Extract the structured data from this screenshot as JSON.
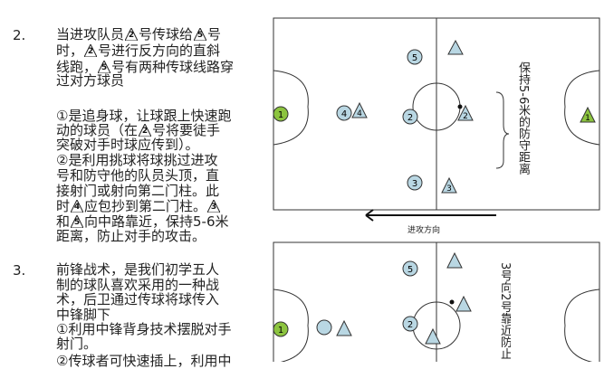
{
  "section2": {
    "number": "2.",
    "line1": "当进攻队员",
    "marker_a": "2",
    "line1b": "号传球给",
    "marker_b": "5",
    "line1c": "号",
    "line2a": "时，",
    "marker_c": "2",
    "line2b": "号进行反方向的直斜",
    "line3a": "线跑，",
    "marker_d": "5",
    "line3b": "号有两种传球线路穿",
    "line4": "过对方球员",
    "p1_l1": "①是追身球，让球跟上快速跑",
    "p1_l2a": "动的球员（在",
    "marker_e": "2",
    "p1_l2b": "号将要徒手",
    "p1_l3": "突破对手时球应传到）。",
    "p2_l1": "②是利用挑球将球挑过进攻",
    "p2_l2": "号和防守他的队员头顶，直",
    "p2_l3": "接射门或射向第二门柱。此",
    "p2_l4a": "时",
    "marker_f": "4",
    "p2_l4b": "应包抄到第二门柱。",
    "marker_g": "3",
    "p2_l5a": "和",
    "marker_h": "5",
    "p2_l5b": "向中路靠近，保持5-6米",
    "p2_l6": "距离，防止对手的攻击。"
  },
  "section3": {
    "number": "3.",
    "l1": "前锋战术，是我们初学五人",
    "l2": "制的球队喜欢采用的一种战",
    "l3": "术，后卫通过传球将球传入",
    "l4": "中锋脚下",
    "l5": "①利用中锋背身技术摆脱对手",
    "l6": "射门。",
    "l7": "②传球者可快速插上，利用中"
  },
  "diagram_top": {
    "note": "保持5-6米的防守距离",
    "players_circle": [
      "1",
      "5",
      "4",
      "2",
      "3"
    ],
    "players_triangle": [
      "4",
      "2",
      "3",
      "1"
    ],
    "extra_triangle": ""
  },
  "arrow_label": "进攻方向",
  "diagram_bottom": {
    "note": "3号向2号靠近防止",
    "players_circle": [
      "5",
      "1",
      "2"
    ],
    "players_triangle": [
      "",
      "",
      ""
    ]
  },
  "colors": {
    "circle_fill": "#b9d7e3",
    "green": "#8cc43f",
    "line": "#333333"
  }
}
